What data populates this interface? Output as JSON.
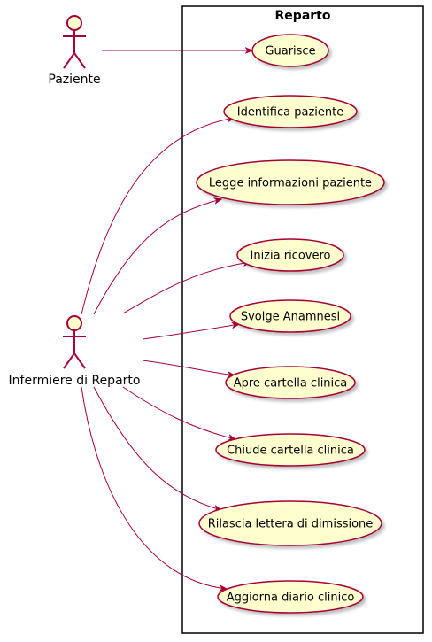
{
  "diagram": {
    "system": {
      "title": "Reparto"
    },
    "actors": [
      {
        "id": "paziente",
        "label": "Paziente"
      },
      {
        "id": "infermiere",
        "label": "Infermiere di Reparto"
      }
    ],
    "use_cases": [
      {
        "id": "uc1",
        "label": "Guarisce"
      },
      {
        "id": "uc2",
        "label": "Identifica paziente"
      },
      {
        "id": "uc3",
        "label": "Legge informazioni paziente"
      },
      {
        "id": "uc4",
        "label": "Inizia ricovero"
      },
      {
        "id": "uc5",
        "label": "Svolge Anamnesi"
      },
      {
        "id": "uc6",
        "label": "Apre cartella clinica"
      },
      {
        "id": "uc7",
        "label": "Chiude cartella clinica"
      },
      {
        "id": "uc8",
        "label": "Rilascia lettera di dimissione"
      },
      {
        "id": "uc9",
        "label": "Aggiorna diario clinico"
      }
    ],
    "associations": [
      {
        "from": "paziente",
        "to": "uc1"
      },
      {
        "from": "infermiere",
        "to": "uc2"
      },
      {
        "from": "infermiere",
        "to": "uc3"
      },
      {
        "from": "infermiere",
        "to": "uc4"
      },
      {
        "from": "infermiere",
        "to": "uc5"
      },
      {
        "from": "infermiere",
        "to": "uc6"
      },
      {
        "from": "infermiere",
        "to": "uc7"
      },
      {
        "from": "infermiere",
        "to": "uc8"
      },
      {
        "from": "infermiere",
        "to": "uc9"
      }
    ],
    "colors": {
      "fill": "#FEFECE",
      "stroke": "#A80036",
      "boundary": "#000000"
    }
  }
}
